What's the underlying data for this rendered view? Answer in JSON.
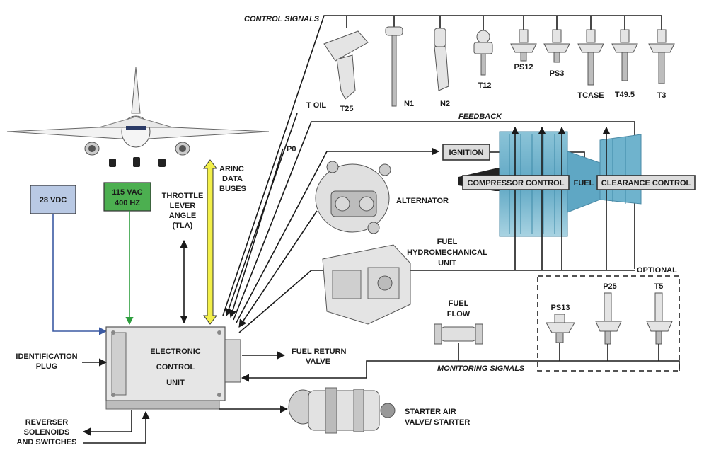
{
  "signals": {
    "control": "CONTROL SIGNALS",
    "feedback": "FEEDBACK",
    "monitoring": "MONITORING SIGNALS",
    "optional": "OPTIONAL"
  },
  "sensors": [
    "T25",
    "N1",
    "N2",
    "T12",
    "PS12",
    "PS3",
    "TCASE",
    "T49.5",
    "T3"
  ],
  "inputs": {
    "t_oil": "T OIL",
    "p0": "P0"
  },
  "power": {
    "dc": "28 VDC",
    "ac_line1": "115 VAC",
    "ac_line2": "400 HZ"
  },
  "colors": {
    "dc_box": "#b9c9e4",
    "ac_box": "#4caf50",
    "dc_line": "#3b5aa3",
    "ac_line": "#2e9e3e",
    "arinc": "#f2ef4a",
    "engine": "#5fa7c4"
  },
  "throttle": [
    "THROTTLE",
    "LEVER",
    "ANGLE",
    "(TLA)"
  ],
  "arinc": [
    "ARINC",
    "DATA",
    "BUSES"
  ],
  "ecu": [
    "ELECTRONIC",
    "CONTROL",
    "UNIT"
  ],
  "id_plug": [
    "IDENTIFICATION",
    "PLUG"
  ],
  "reverser": [
    "REVERSER",
    "SOLENOIDS",
    "AND SWITCHES"
  ],
  "ignition": "IGNITION",
  "alternator": "ALTERNATOR",
  "fuel_hmu": [
    "FUEL",
    "HYDROMECHANICAL",
    "UNIT"
  ],
  "compressor_control": "COMPRESSOR CONTROL",
  "fuel": "FUEL",
  "clearance_control": "CLEARANCE CONTROL",
  "fuel_flow": [
    "FUEL",
    "FLOW"
  ],
  "fuel_return": [
    "FUEL RETURN",
    "VALVE"
  ],
  "starter": [
    "STARTER AIR",
    "VALVE/ STARTER"
  ],
  "optional_sensors": [
    "PS13",
    "P25",
    "T5"
  ]
}
